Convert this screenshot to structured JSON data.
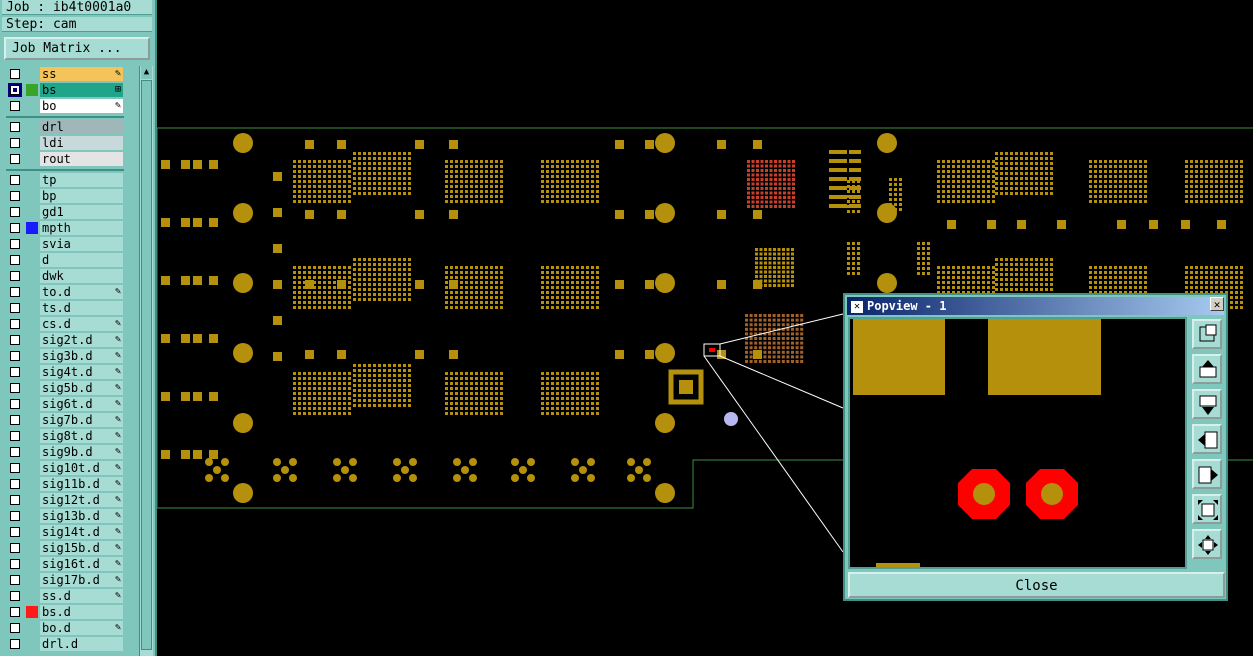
{
  "header": {
    "job": "Job : ib4t0001a0",
    "step": "Step: cam",
    "job_matrix_label": "Job Matrix ..."
  },
  "layers": [
    {
      "name": "ss",
      "color": "#f4c35a",
      "flag": "✎",
      "swatch": null,
      "selected": false
    },
    {
      "name": "bs",
      "color": "#21a58a",
      "flag": "⊞",
      "swatch": "#3aa32a",
      "selected": true
    },
    {
      "name": "bo",
      "color": "#ffffff",
      "flag": "✎",
      "swatch": null,
      "selected": false
    },
    {
      "name": "drl",
      "color": "#9fb7b9",
      "flag": "",
      "swatch": null,
      "selected": false
    },
    {
      "name": "ldi",
      "color": "#c7d9da",
      "flag": "",
      "swatch": null,
      "selected": false
    },
    {
      "name": "rout",
      "color": "#e4e4e4",
      "flag": "",
      "swatch": null,
      "selected": false
    },
    {
      "name": "tp",
      "color": "",
      "flag": "",
      "swatch": null,
      "selected": false
    },
    {
      "name": "bp",
      "color": "",
      "flag": "",
      "swatch": null,
      "selected": false
    },
    {
      "name": "gd1",
      "color": "",
      "flag": "",
      "swatch": null,
      "selected": false
    },
    {
      "name": "mpth",
      "color": "",
      "flag": "",
      "swatch": "#1a1aff",
      "selected": false
    },
    {
      "name": "svia",
      "color": "",
      "flag": "",
      "swatch": null,
      "selected": false
    },
    {
      "name": "d",
      "color": "",
      "flag": "",
      "swatch": null,
      "selected": false
    },
    {
      "name": "dwk",
      "color": "",
      "flag": "",
      "swatch": null,
      "selected": false
    },
    {
      "name": "to.d",
      "color": "",
      "flag": "✎",
      "swatch": null,
      "selected": false
    },
    {
      "name": "ts.d",
      "color": "",
      "flag": "",
      "swatch": null,
      "selected": false
    },
    {
      "name": "cs.d",
      "color": "",
      "flag": "✎",
      "swatch": null,
      "selected": false
    },
    {
      "name": "sig2t.d",
      "color": "",
      "flag": "✎",
      "swatch": null,
      "selected": false
    },
    {
      "name": "sig3b.d",
      "color": "",
      "flag": "✎",
      "swatch": null,
      "selected": false
    },
    {
      "name": "sig4t.d",
      "color": "",
      "flag": "✎",
      "swatch": null,
      "selected": false
    },
    {
      "name": "sig5b.d",
      "color": "",
      "flag": "✎",
      "swatch": null,
      "selected": false
    },
    {
      "name": "sig6t.d",
      "color": "",
      "flag": "✎",
      "swatch": null,
      "selected": false
    },
    {
      "name": "sig7b.d",
      "color": "",
      "flag": "✎",
      "swatch": null,
      "selected": false
    },
    {
      "name": "sig8t.d",
      "color": "",
      "flag": "✎",
      "swatch": null,
      "selected": false
    },
    {
      "name": "sig9b.d",
      "color": "",
      "flag": "✎",
      "swatch": null,
      "selected": false
    },
    {
      "name": "sig10t.d",
      "color": "",
      "flag": "✎",
      "swatch": null,
      "selected": false
    },
    {
      "name": "sig11b.d",
      "color": "",
      "flag": "✎",
      "swatch": null,
      "selected": false
    },
    {
      "name": "sig12t.d",
      "color": "",
      "flag": "✎",
      "swatch": null,
      "selected": false
    },
    {
      "name": "sig13b.d",
      "color": "",
      "flag": "✎",
      "swatch": null,
      "selected": false
    },
    {
      "name": "sig14t.d",
      "color": "",
      "flag": "✎",
      "swatch": null,
      "selected": false
    },
    {
      "name": "sig15b.d",
      "color": "",
      "flag": "✎",
      "swatch": null,
      "selected": false
    },
    {
      "name": "sig16t.d",
      "color": "",
      "flag": "✎",
      "swatch": null,
      "selected": false
    },
    {
      "name": "sig17b.d",
      "color": "",
      "flag": "✎",
      "swatch": null,
      "selected": false
    },
    {
      "name": "ss.d",
      "color": "",
      "flag": "✎",
      "swatch": null,
      "selected": false
    },
    {
      "name": "bs.d",
      "color": "",
      "flag": "",
      "swatch": "#ff1a1a",
      "selected": false
    },
    {
      "name": "bo.d",
      "color": "",
      "flag": "✎",
      "swatch": null,
      "selected": false
    },
    {
      "name": "drl.d",
      "color": "",
      "flag": "",
      "swatch": null,
      "selected": false
    }
  ],
  "popup": {
    "title": "Popview - 1",
    "close_label": "Close",
    "tools": [
      "zoom-window-icon",
      "pan-up-icon",
      "pan-down-icon",
      "pan-left-icon",
      "pan-right-icon",
      "zoom-fit-icon",
      "zoom-home-icon"
    ]
  },
  "colors": {
    "panel": "#7fc7bd",
    "layer_bg": "#a6dcd3",
    "pad": "#b5900c",
    "board_outline": "#3f8f3f",
    "highlight": "#ff0000"
  }
}
